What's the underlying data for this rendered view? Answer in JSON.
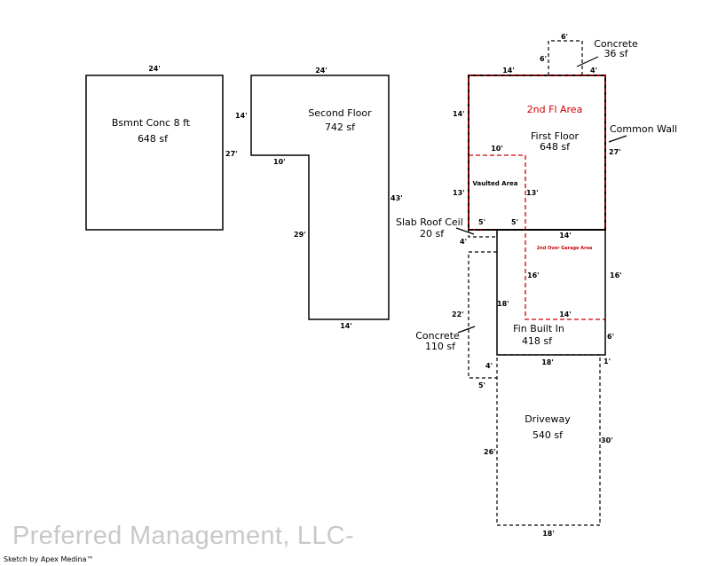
{
  "areas": {
    "basement": {
      "name": "Bsmnt Conc 8 ft",
      "size": "648 sf"
    },
    "second_floor": {
      "name": "Second Floor",
      "size": "742 sf"
    },
    "first_floor": {
      "name": "First Floor",
      "size": "648 sf"
    },
    "second_fl_area": {
      "name": "2nd Fl Area"
    },
    "vaulted": {
      "name": "Vaulted Area"
    },
    "over_garage": {
      "name": "2nd Over Garage Area"
    },
    "common_wall": {
      "name": "Common Wall"
    },
    "concrete_top": {
      "name": "Concrete",
      "size": "36 sf"
    },
    "slab_roof": {
      "name": "Slab Roof Ceil",
      "size": "20 sf"
    },
    "concrete_side": {
      "name": "Concrete",
      "size": "110 sf"
    },
    "fin_built_in": {
      "name": "Fin Built In",
      "size": "418 sf"
    },
    "driveway": {
      "name": "Driveway",
      "size": "540 sf"
    }
  },
  "dimensions": {
    "basement_top": "24'",
    "basement_right": "27'",
    "sf_top": "24'",
    "sf_left": "14'",
    "sf_step": "10'",
    "sf_inner": "29'",
    "sf_right": "43'",
    "sf_bottom": "14'",
    "conc_top": "6'",
    "conc_left": "6'",
    "ff_top": "14'",
    "ff_top_right": "4'",
    "ff_left": "14'",
    "ff_right": "27'",
    "vault_top": "10'",
    "vault_left": "13'",
    "vault_right": "13'",
    "vault_bl": "5'",
    "vault_br": "5'",
    "slab_4": "4'",
    "ff_bottom": "14'",
    "garage_left": "18'",
    "garage_right": "16'",
    "red_side": "16'",
    "red_bottom": "14'",
    "conc_side_22": "22'",
    "garage_right_6": "6'",
    "conc_side_4": "4'",
    "garage_bottom": "18'",
    "garage_1": "1'",
    "conc_side_5": "5'",
    "drive_left": "26'",
    "drive_right": "30'",
    "drive_bottom": "18'"
  },
  "footer": {
    "watermark": "Preferred Management, LLC-",
    "credit": "Sketch by Apex Medina™"
  },
  "colors": {
    "line": "#000000",
    "red": "#d00000",
    "watermark": "#c8c8c8"
  }
}
